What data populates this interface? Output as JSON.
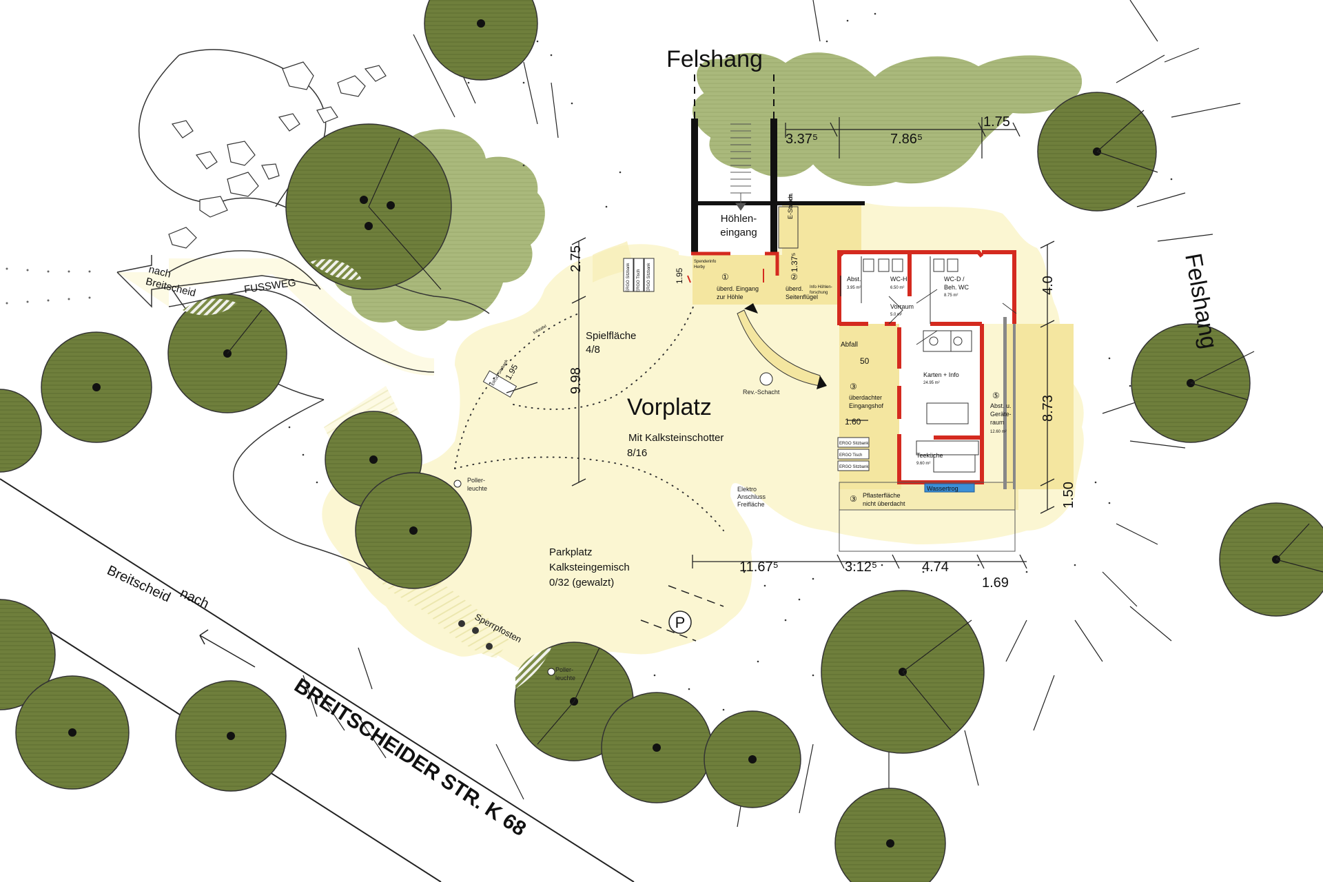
{
  "labels": {
    "felshang_top": "Felshang",
    "felshang_right": "Felshang",
    "hoehleneingang_1": "Höhlen-",
    "hoehleneingang_2": "eingang",
    "vorplatz": "Vorplatz",
    "vorplatz_sub1": "Mit Kalksteinschotter",
    "vorplatz_sub2": "8/16",
    "spielflaeche_1": "Spielfläche",
    "spielflaeche_2": "4/8",
    "parkplatz_1": "Parkplatz",
    "parkplatz_2": "Kalksteingemisch",
    "parkplatz_3": "0/32 (gewalzt)",
    "parking_symbol": "P",
    "nach_breitscheid_road_1": "nach",
    "nach_breitscheid_road_2": "Breitscheid",
    "nach_breitscheid_path_1": "nach",
    "nach_breitscheid_path_2": "Breitscheid",
    "fussweg": "FUSSWEG",
    "road_name": "BREITSCHEIDER STR.  K 68",
    "sperrpfosten": "Sperrpfosten",
    "poller_1a": "Poller-",
    "poller_1b": "leuchte",
    "poller_2a": "Poller-",
    "poller_2b": "leuchte",
    "rev_schacht": "Rev.-Schacht",
    "elektro_1": "Elektro",
    "elektro_2": "Anschluss",
    "elektro_3": "Freifläche",
    "vorh_1": "vorh.",
    "vorh_2": "E-Station",
    "abfall": "Abfall",
    "wassertrog": "Wassertrog"
  },
  "rooms": {
    "r1_num": "①",
    "r1_a": "überd. Eingang",
    "r1_b": "zur Höhle",
    "r2_num": "②",
    "r2_a": "überd.",
    "r2_b": "Seitenflügel",
    "r3_num": "③",
    "r3_a": "überdachter",
    "r3_b": "Eingangshof",
    "r3b_num": "③",
    "r3b_a": "Pflasterfläche",
    "r3b_b": "nicht überdacht",
    "r5_num": "⑤",
    "r5_a": "Abst. u.",
    "r5_b": "Geräte-",
    "r5_c": "raum",
    "r5_area": "12.60 m²",
    "abst": "Abst.",
    "abst_area": "3.95 m²",
    "wch": "WC-H",
    "wch_area": "6.50 m²",
    "wcd_1": "WC-D /",
    "wcd_2": "Beh. WC",
    "wcd_area": "8.75 m²",
    "vorraum": "Vorraum",
    "vorraum_area": "5.0 m²",
    "karten": "Karten + Info",
    "karten_area": "24.95 m²",
    "teekueche": "Teeküche",
    "teekueche_area": "9.60 m²",
    "spenderinfo_1": "Spenderinfo",
    "spenderinfo_2": "Herby",
    "hoehlenforschung_1": "Info Höhlen-",
    "hoehlenforschung_2": "forschung",
    "ergo_sitzbank": "ERGO Sitzbank",
    "ergo_tisch": "ERGO Tisch",
    "ergo_sitzbank2": "ERGO Sitzbank",
    "ergo_sitzbank3": "ERGO Sitzbank",
    "ergo_tisch2": "ERGO Tisch",
    "ergo_sitzbank4": "ERGO Sitzbank",
    "ergo_sitzbank5": "ERGO Sitzbank",
    "infotafel": "Infotafel"
  },
  "dimensions": {
    "d_337": "3.37⁵",
    "d_786": "7.86⁵",
    "d_175": "1.75",
    "d_275": "2.75",
    "d_195a": "1.95",
    "d_195b": "1.95",
    "d_137": "1.37⁵",
    "d_998": "9.98",
    "d_40": "4.0",
    "d_873": "8.73",
    "d_150": "1.50",
    "d_160": "1.60",
    "d_50": "50",
    "d_1167": "11.67⁵",
    "d_312": "3.12⁵",
    "d_474": "4.74",
    "d_169": "1.69"
  },
  "colors": {
    "tree_dark": "#6f7f3c",
    "tree_light": "#a9b87a",
    "plaza": "#fbf6d2",
    "building_wall": "#d42a1f",
    "covered": "#f4e6a0",
    "wassertrog": "#3c8fd6"
  }
}
